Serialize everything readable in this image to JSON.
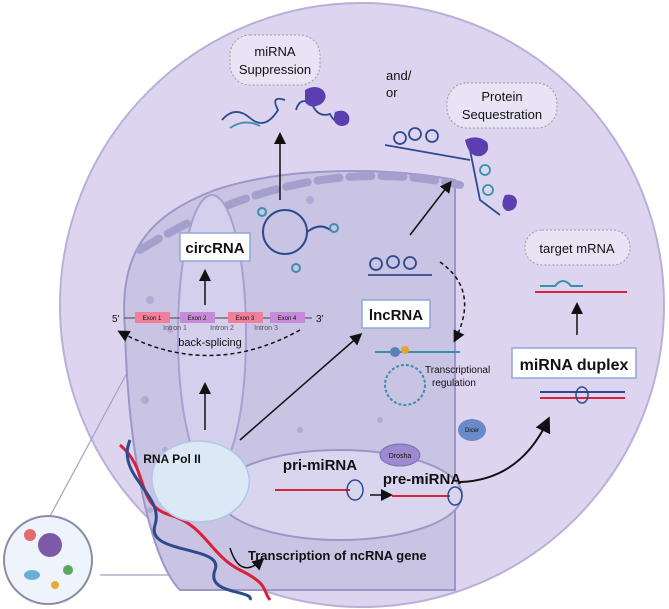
{
  "labels": {
    "mirna_suppression": [
      "miRNA",
      "Suppression"
    ],
    "and_or": [
      "and/",
      "or"
    ],
    "protein_sequestration": [
      "Protein",
      "Sequestration"
    ],
    "target_mrna": "target mRNA",
    "circrna": "circRNA",
    "lncrna": "lncRNA",
    "mirna_duplex": "miRNA duplex",
    "back_splicing": "back-splicing",
    "transcriptional_regulation": [
      "Transcriptional",
      "regulation"
    ],
    "rna_pol_ii": "RNA Pol II",
    "pri_mirna": "pri-miRNA",
    "pre_mirna": "pre-miRNA",
    "drosha": "Drosha",
    "dicer": "Dicer",
    "transcription": "Transcription of ncRNA gene",
    "five_prime": "5'",
    "three_prime": "3'"
  },
  "exons": [
    "Exon 1",
    "Exon 2",
    "Exon 3",
    "Exon 4"
  ],
  "introns": [
    "Intron 1",
    "Intron 2",
    "Intron 3"
  ],
  "colors": {
    "cell_fill": "#ddd5f0",
    "cell_stroke": "#b8b0d8",
    "nucleus_fill": "#c9c4e4",
    "nucleus_stroke": "#9c97c6",
    "rna_red": "#d9223a",
    "rna_blue": "#2f4a8c",
    "protein": "#5b3fb0",
    "teal": "#3a8fae"
  }
}
